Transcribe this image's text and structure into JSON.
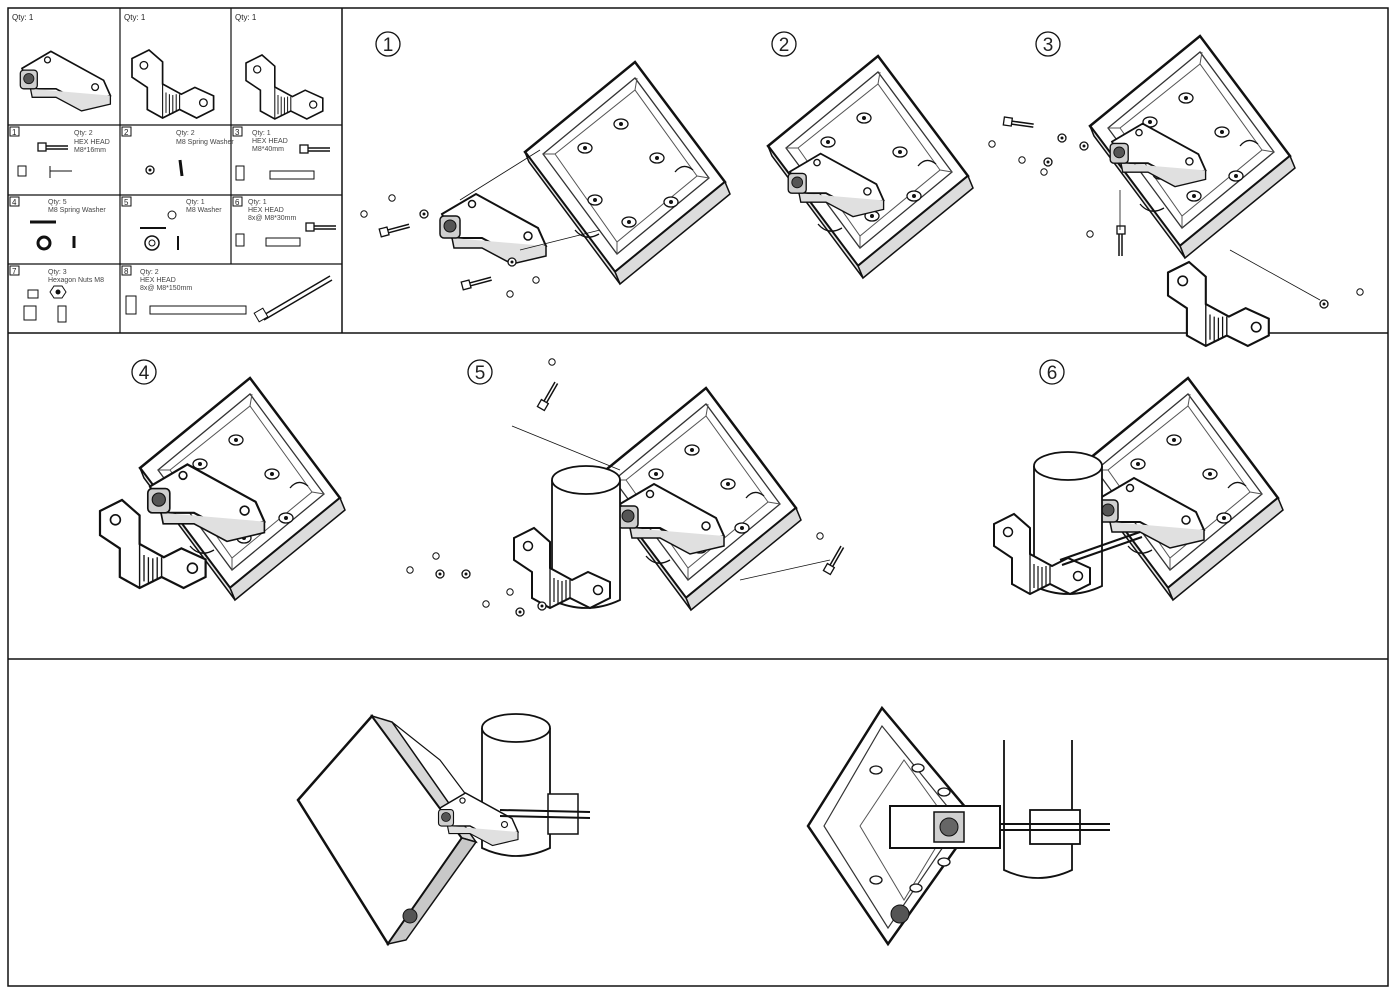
{
  "top_parts": [
    {
      "qty": "Qty: 1"
    },
    {
      "qty": "Qty: 1"
    },
    {
      "qty": "Qty: 1"
    }
  ],
  "hardware": [
    {
      "num": "1",
      "qty": "Qty: 2",
      "desc1": "HEX HEAD",
      "desc2": "M8*16mm"
    },
    {
      "num": "2",
      "qty": "Qty: 2",
      "desc1": "M8 Spring Washer",
      "desc2": ""
    },
    {
      "num": "3",
      "qty": "Qty: 1",
      "desc1": "HEX HEAD",
      "desc2": "M8*40mm"
    },
    {
      "num": "4",
      "qty": "Qty: 5",
      "desc1": "M8 Spring Washer",
      "desc2": ""
    },
    {
      "num": "5",
      "qty": "Qty: 1",
      "desc1": "M8 Washer",
      "desc2": ""
    },
    {
      "num": "6",
      "qty": "Qty: 1",
      "desc1": "HEX HEAD",
      "desc2": "8x@ M8*30mm"
    },
    {
      "num": "7",
      "qty": "Qty: 3",
      "desc1": "Hexagon Nuts M8",
      "desc2": ""
    },
    {
      "num": "8",
      "qty": "Qty: 2",
      "desc1": "HEX HEAD",
      "desc2": "8x@ M8*150mm"
    }
  ],
  "steps": [
    "1",
    "2",
    "3",
    "4",
    "5",
    "6"
  ]
}
